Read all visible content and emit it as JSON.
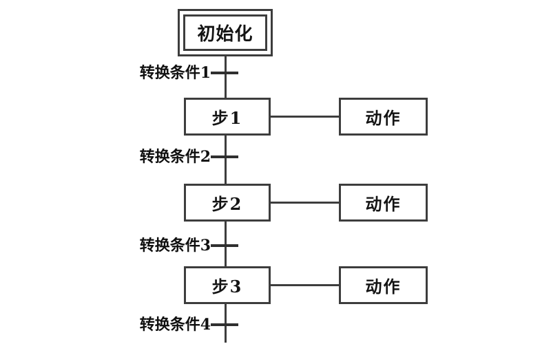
{
  "diagram": {
    "type": "sequential-function-chart",
    "initial_step": {
      "label": "初始化"
    },
    "steps": [
      {
        "label": "步1",
        "action": "动作"
      },
      {
        "label": "步2",
        "action": "动作"
      },
      {
        "label": "步3",
        "action": "动作"
      }
    ],
    "transitions": [
      {
        "label": "转换条件1"
      },
      {
        "label": "转换条件2"
      },
      {
        "label": "转换条件3"
      },
      {
        "label": "转换条件4"
      }
    ]
  },
  "colors": {
    "background": "#ffffff",
    "line": "#3d3d3d",
    "text": "#141414"
  }
}
